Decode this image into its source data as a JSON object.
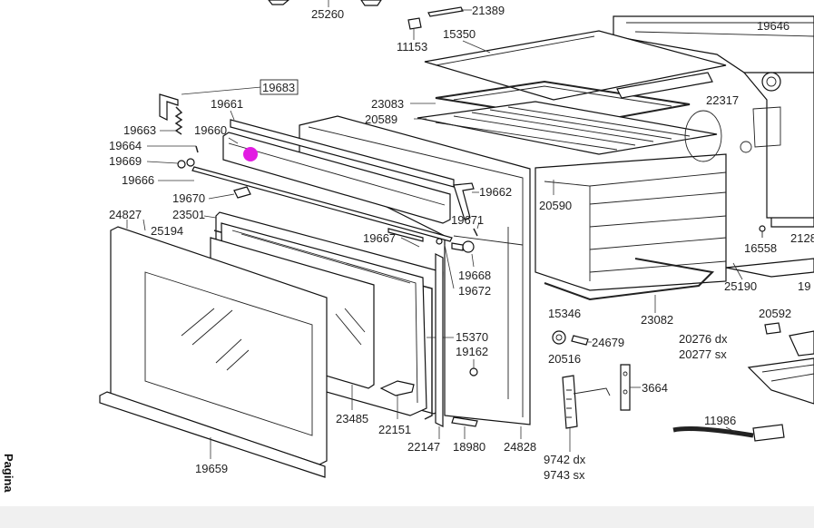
{
  "marker_color": "#e21ce2",
  "side_caption": "Pagina",
  "labels": {
    "l25260": "25260",
    "l21389": "21389",
    "l11153": "11153",
    "l15350": "15350",
    "l19646": "19646",
    "l19683": "19683",
    "l19661": "19661",
    "l23083": "23083",
    "l20589": "20589",
    "l22317": "22317",
    "l19663": "19663",
    "l19660": "19660",
    "l19664": "19664",
    "l19669": "19669",
    "l19666": "19666",
    "l19662": "19662",
    "l20590": "20590",
    "l19670": "19670",
    "l23501": "23501",
    "l24827": "24827",
    "l19671": "19671",
    "l25194": "25194",
    "l19667": "19667",
    "l16558": "16558",
    "l2128": "2128",
    "l19668": "19668",
    "l19672": "19672",
    "l25190": "25190",
    "l19x": "19",
    "l15346": "15346",
    "l23082": "23082",
    "l20592": "20592",
    "l15370": "15370",
    "l19162": "19162",
    "l24679": "24679",
    "l20276": "20276 dx",
    "l20277": "20277 sx",
    "l20516": "20516",
    "l3664": "3664",
    "l23485": "23485",
    "l22151": "22151",
    "l11986": "11986",
    "l19659": "19659",
    "l22147": "22147",
    "l18980": "18980",
    "l24828": "24828",
    "l9742": "9742 dx",
    "l9743": "9743 sx"
  }
}
